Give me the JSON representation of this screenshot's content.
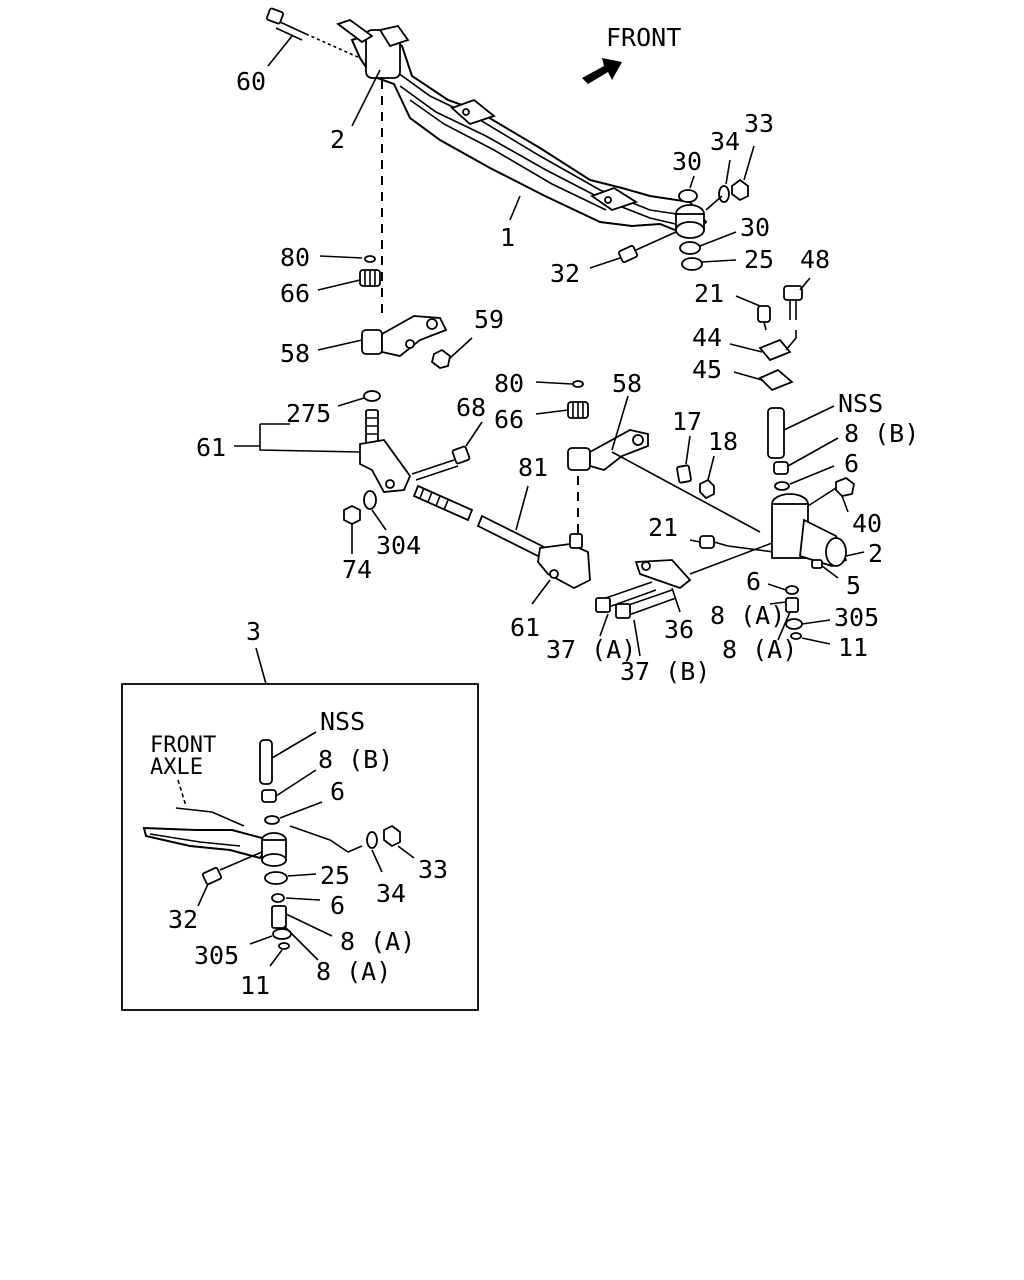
{
  "direction": {
    "text": "FRONT",
    "arrow_icon": "front-arrow-icon"
  },
  "labels": {
    "l60": "60",
    "l2a": "2",
    "l1": "1",
    "l30a": "30",
    "l34a": "34",
    "l33a": "33",
    "l30b": "30",
    "l32a": "32",
    "l25a": "25",
    "l80a": "80",
    "l66a": "66",
    "l48": "48",
    "l21a": "21",
    "l59": "59",
    "l58a": "58",
    "l44": "44",
    "l45": "45",
    "l275": "275",
    "l80b": "80",
    "l58b": "58",
    "l68": "68",
    "l66b": "66",
    "l61a": "61",
    "l17": "17",
    "lnss": "NSS",
    "l8ba": "8 (B)",
    "l18": "18",
    "l6a": "6",
    "l81": "81",
    "l40": "40",
    "l304": "304",
    "l21b": "21",
    "l2b": "2",
    "l74": "74",
    "l5": "5",
    "l6b": "6",
    "l8aa": "8 (A)",
    "l305a": "305",
    "l61b": "61",
    "l36": "36",
    "l37a": "37 (A)",
    "l8ab": "8 (A)",
    "l11a": "11",
    "l37b": "37 (B)",
    "l3": "3"
  },
  "inset": {
    "axle_line1": "FRONT",
    "axle_line2": "AXLE",
    "labels": {
      "nss": "NSS",
      "l8b": "8 (B)",
      "l6a": "6",
      "l33": "33",
      "l25": "25",
      "l34": "34",
      "l32": "32",
      "l6b": "6",
      "l8aa": "8 (A)",
      "l305": "305",
      "l11": "11",
      "l8ab": "8 (A)"
    }
  }
}
